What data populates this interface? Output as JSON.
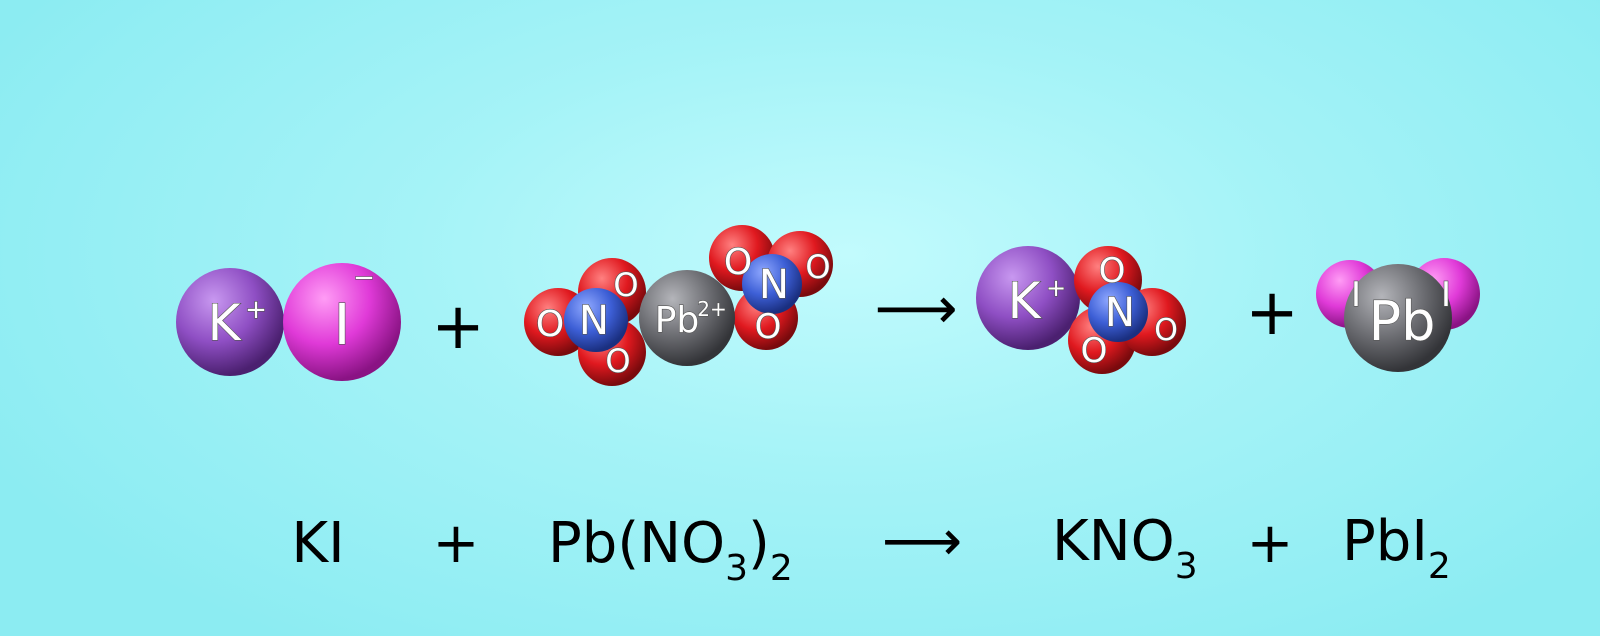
{
  "colors": {
    "potassium": "#8f4fc4",
    "iodine": "#e03ad8",
    "oxygen": "#e0191f",
    "nitrogen": "#3d5fd6",
    "lead": "#6c6d72"
  },
  "molecules": {
    "ki": {
      "cation": "K",
      "cation_charge": "+",
      "anion": "I",
      "anion_charge": "−"
    },
    "lead_nitrate": {
      "center": "Pb",
      "center_charge": "2+",
      "left_nitrate": {
        "n": "N",
        "o1": "O",
        "o2": "O",
        "o3": "O"
      },
      "right_nitrate": {
        "n": "N",
        "o1": "O",
        "o2": "O",
        "o3": "O"
      }
    },
    "kno3": {
      "cation": "K",
      "cation_charge": "+",
      "n": "N",
      "o1": "O",
      "o2": "O",
      "o3": "O"
    },
    "pbi2": {
      "center": "Pb",
      "i_left": "I",
      "i_right": "I"
    }
  },
  "model_operators": {
    "plus1": "+",
    "arrow": "⟶",
    "plus2": "+"
  },
  "equation": {
    "reactant1": "KI",
    "plus1": "+",
    "reactant2_main": "Pb(NO",
    "reactant2_sub1": "3",
    "reactant2_close": ")",
    "reactant2_sub2": "2",
    "arrow": "⟶",
    "product1_main": "KNO",
    "product1_sub": "3",
    "plus2": "+",
    "product2_main": "PbI",
    "product2_sub": "2"
  }
}
